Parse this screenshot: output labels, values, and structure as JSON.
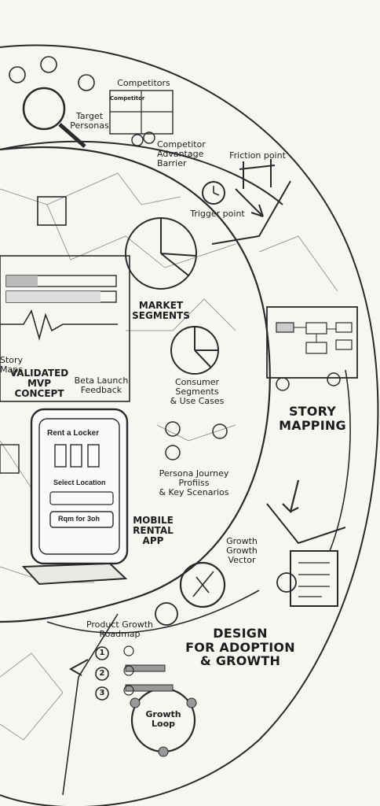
{
  "labels": {
    "competitors": "Competitors",
    "competitor_card": "Competitor",
    "target_personas": "Target\nPersonas",
    "competitor_barrier": "Competitor\nAdvantage\nBarrier",
    "friction_point": "Friction point",
    "trigger_point": "Trigger point",
    "market_segments": "MARKET\nSEGMENTS",
    "story_maps": "Story Maps",
    "validated_mvp": "VALIDATED MVP\nCONCEPT",
    "beta_feedback": "Beta Launch\nFeedback",
    "consumer_segments": "Consumer Segments\n& Use Cases",
    "persona_journey": "Persona Journey Profiiss\n& Key Scenarios",
    "story_mapping": "STORY\nMAPPING",
    "mobile_rental_app": "MOBILE\nRENTAL\nAPP",
    "phone_title": "Rent a Locker",
    "phone_select": "Select Location",
    "phone_button": "Rqm for 3oh",
    "growth_vector": "Growth Growth\nVector",
    "product_roadmap": "Product Growth\nRoadmap",
    "design_growth": "DESIGN\nFOR ADOPTION\n& GROWTH",
    "growth_loop": "Growth\nLoop",
    "step1": "1",
    "step2": "2",
    "step3": "3"
  }
}
